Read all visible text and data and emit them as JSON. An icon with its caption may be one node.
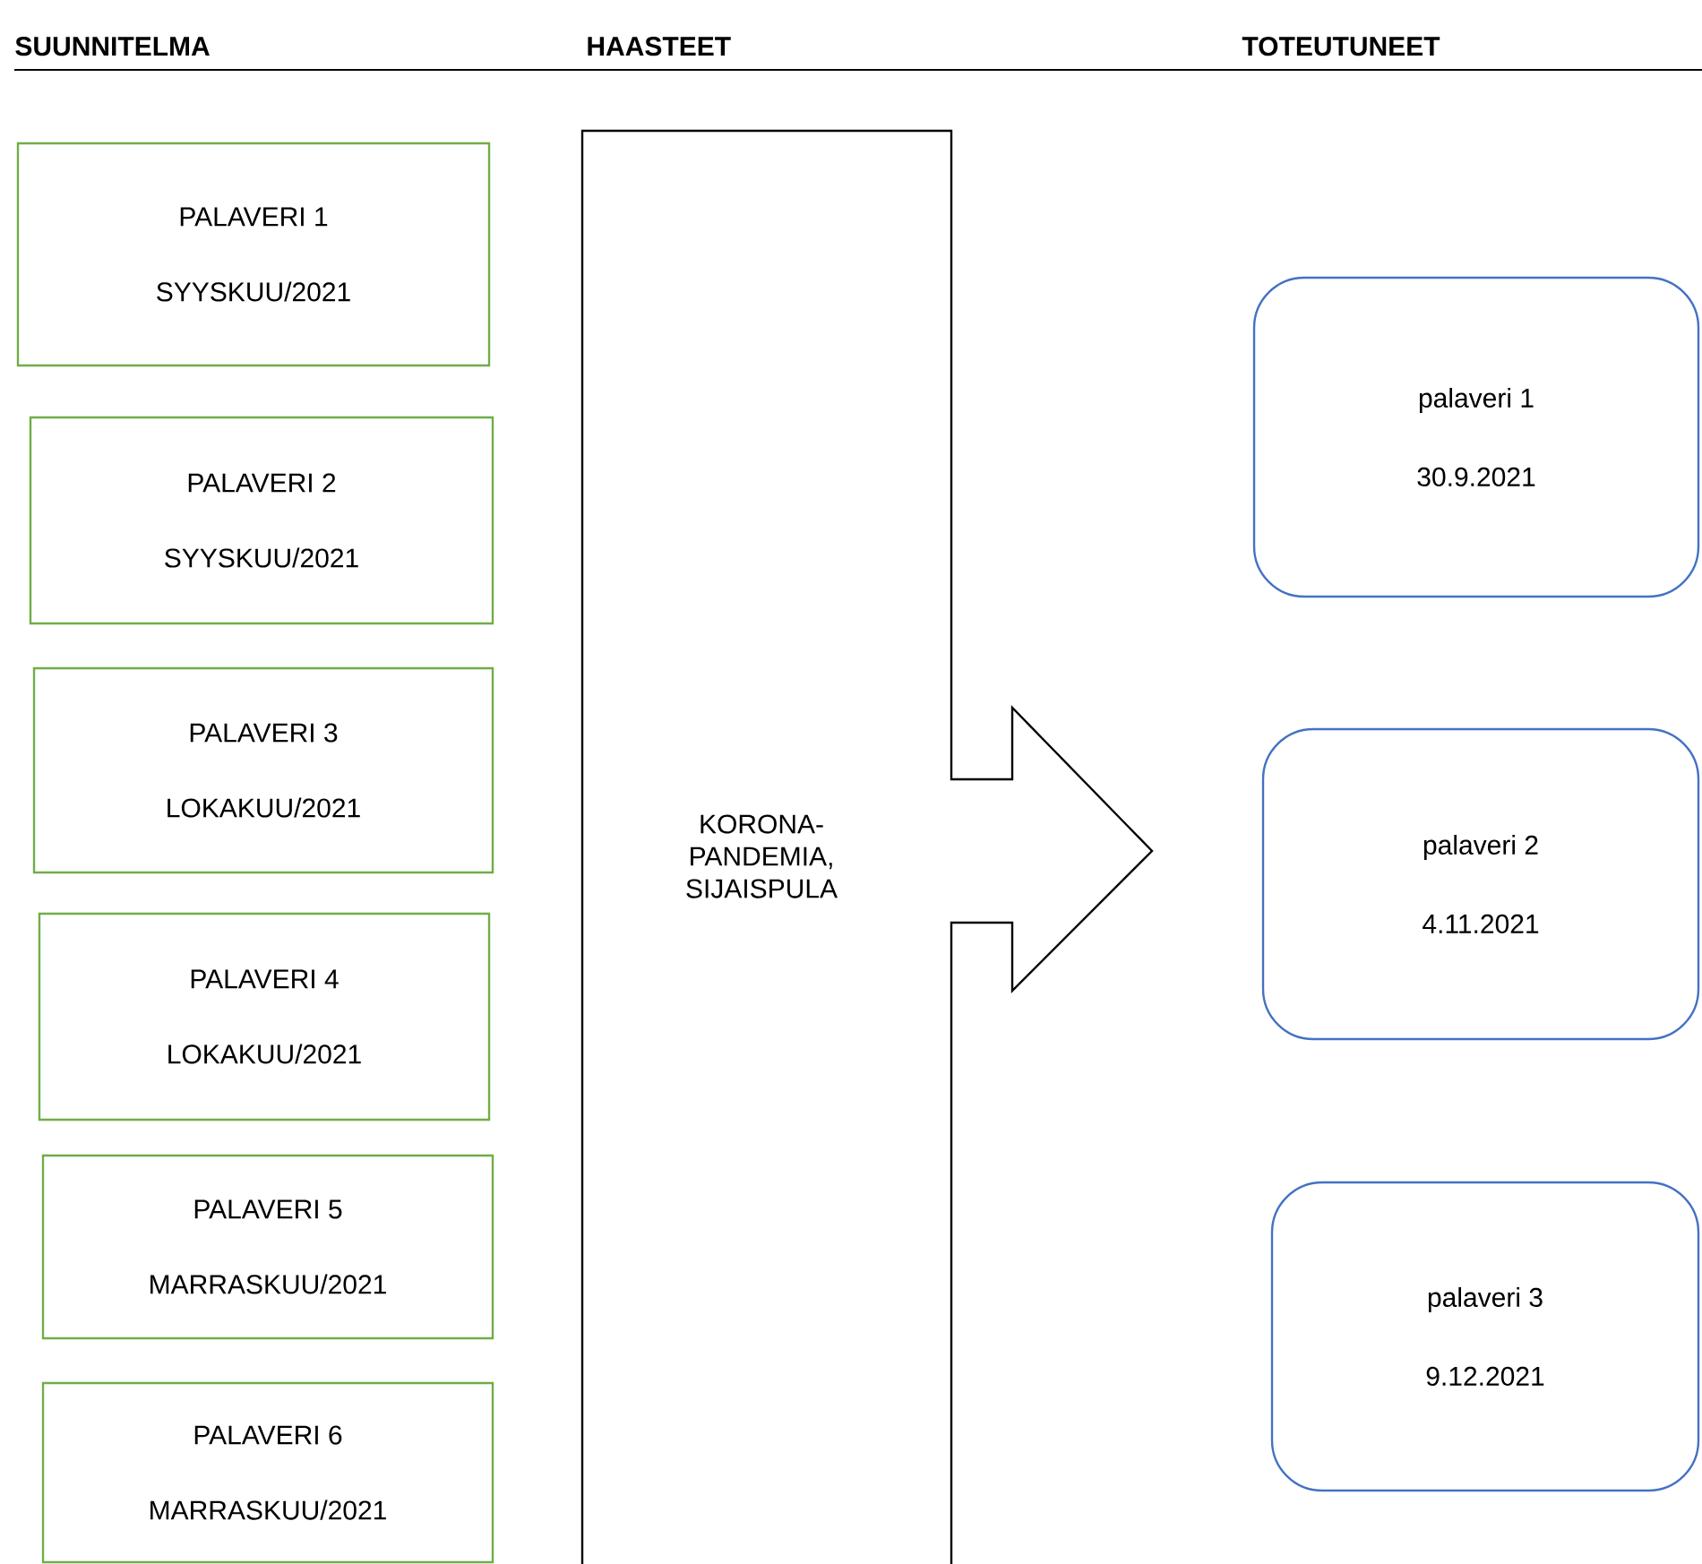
{
  "diagram": {
    "nodes": [
      {
        "text": [
          "PALAVERI 1",
          "SYYSKUU/2021"
        ]
      },
      {
        "text": [
          "PALAVERI 2",
          "SYYSKUU/2021"
        ]
      },
      {
        "text": [
          "PALAVERI 3",
          "LOKAKUU/2021"
        ]
      },
      {
        "text": [
          "PALAVERI 4",
          "LOKAKUU/2021"
        ]
      },
      {
        "text": [
          "PALAVERI 5",
          "MARRASKUU/2021"
        ]
      },
      {
        "text": [
          "PALAVERI 6",
          "MARRASKUU/2021"
        ]
      },
      {
        "text": [
          "KORONA- PANDEMIA, SIJAISPULA"
        ]
      },
      {
        "text": [
          "palaveri 1",
          "30.9.2021"
        ]
      },
      {
        "text": [
          "palaveri 2",
          "4.11.2021"
        ]
      },
      {
        "text": [
          "palaveri 3",
          "9.12.2021"
        ]
      }
    ],
    "labels": [
      "SUUNNITELMA",
      "HAASTEET",
      "TOTEUTUNEET"
    ]
  }
}
